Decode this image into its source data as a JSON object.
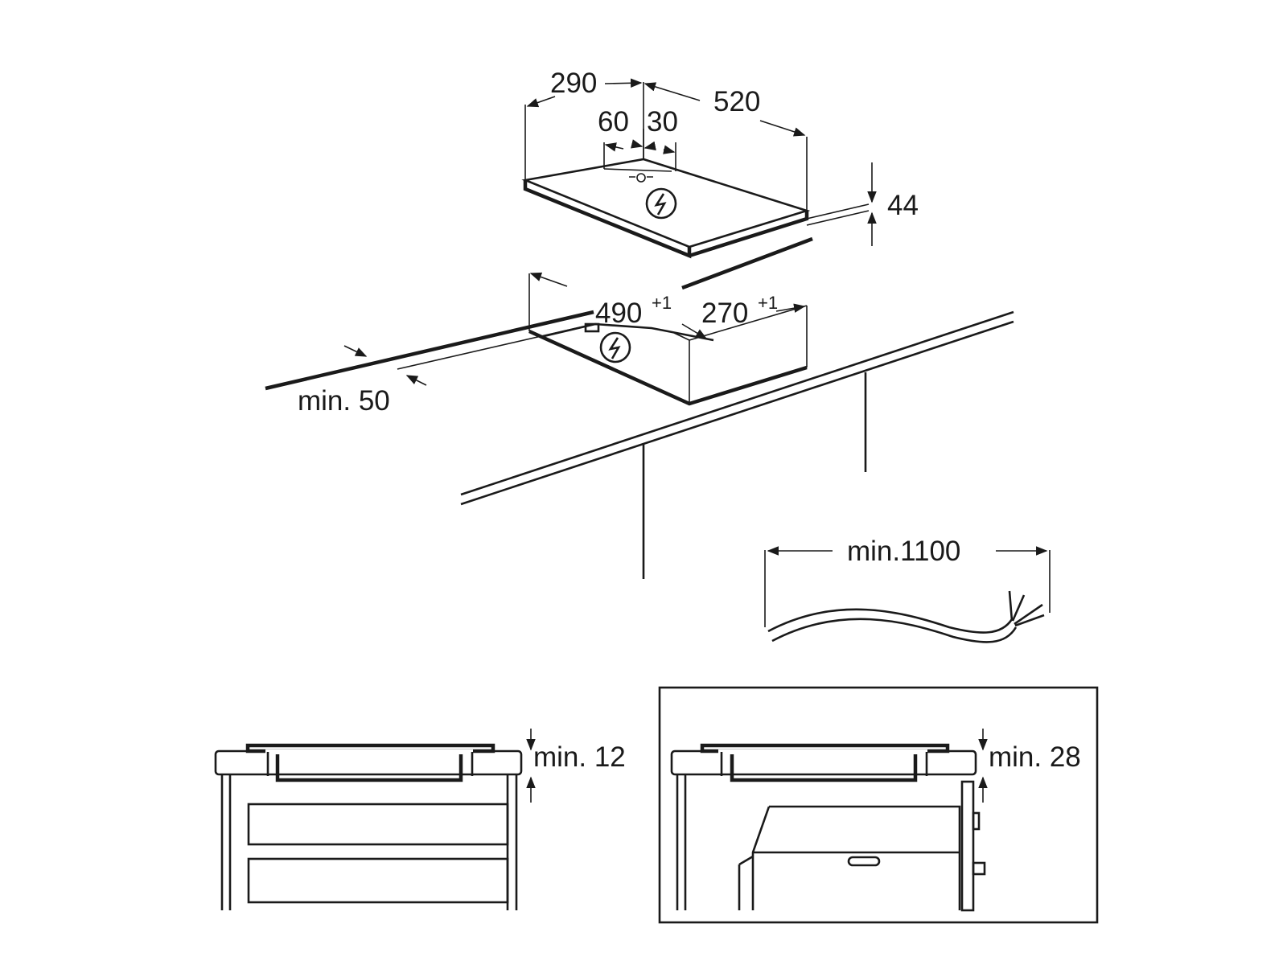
{
  "dimensions": {
    "d290": "290",
    "d520": "520",
    "d60": "60",
    "d30": "30",
    "d44": "44",
    "d490": "490",
    "d490_tol": "+1",
    "d270": "270",
    "d270_tol": "+1",
    "min50": "min. 50",
    "min1100": "min.1100",
    "min12": "min. 12",
    "min28": "min. 28"
  },
  "icons": {
    "hazard_top": "electric-hazard-icon",
    "hazard_cutout": "electric-hazard-icon"
  },
  "colors": {
    "line": "#1a1a1a",
    "background": "#ffffff"
  }
}
